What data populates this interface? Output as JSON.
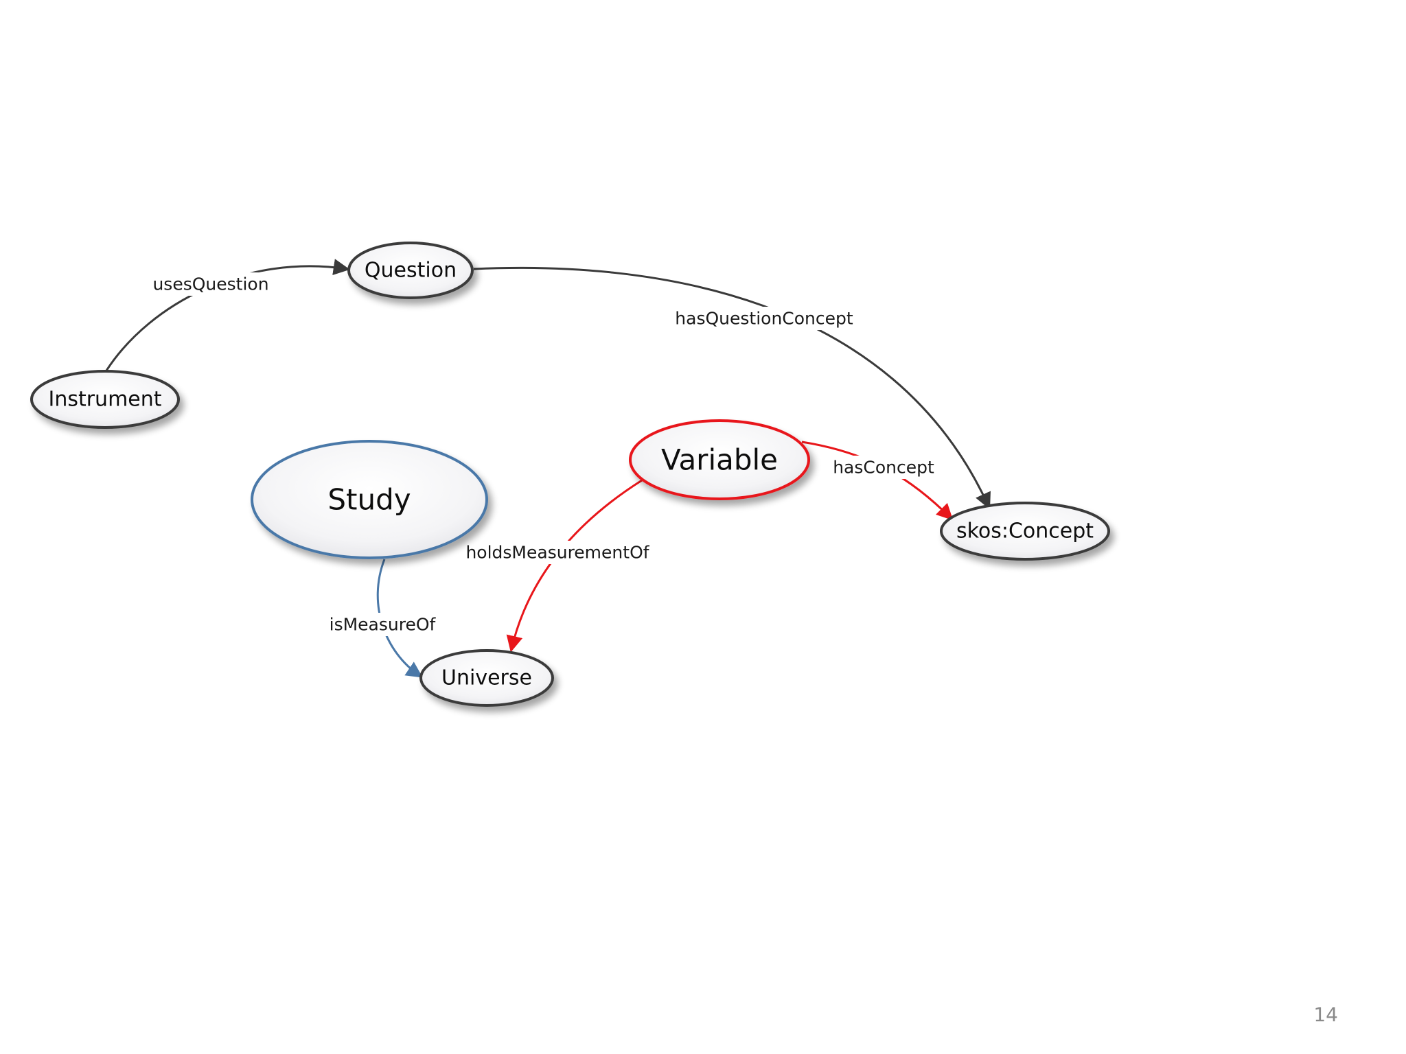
{
  "nodes": {
    "question": "Question",
    "instrument": "Instrument",
    "variable": "Variable",
    "study": "Study",
    "skos_concept": "skos:Concept",
    "universe": "Universe"
  },
  "edges": {
    "uses_question": "usesQuestion",
    "has_question_concept": "hasQuestionConcept",
    "has_concept": "hasConcept",
    "holds_measurement_of": "holdsMeasurementOf",
    "is_measure_of": "isMeasureOf"
  },
  "colors": {
    "default_stroke": "#3a3a3a",
    "highlight_red": "#e8161a",
    "study_blue": "#4a78a8"
  },
  "page_number": "14"
}
